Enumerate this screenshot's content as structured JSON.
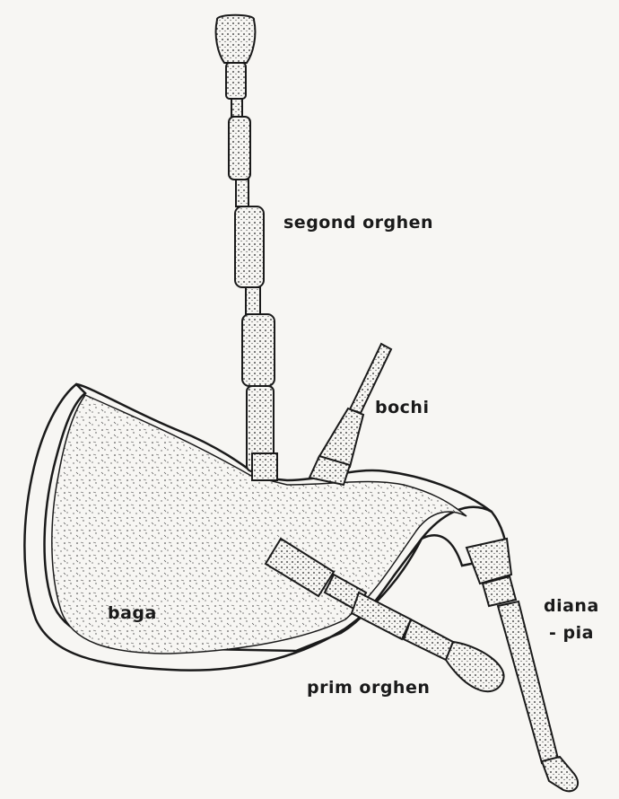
{
  "labels": {
    "segond_orghen": "segond orghen",
    "bochi": "bochi",
    "baga": "baga",
    "diana_line1": "diana",
    "diana_line2": "- pia",
    "prim_orghen": "prim orghen"
  },
  "colors": {
    "ink": "#1a1a1a",
    "paper": "#f7f6f3"
  }
}
